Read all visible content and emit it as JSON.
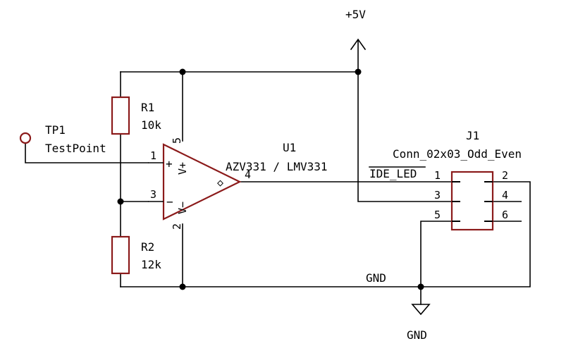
{
  "power": {
    "vcc_label": "+5V",
    "gnd_label": "GND",
    "gnd_net_label": "GND"
  },
  "tp1": {
    "ref": "TP1",
    "value": "TestPoint"
  },
  "r1": {
    "ref": "R1",
    "value": "10k"
  },
  "r2": {
    "ref": "R2",
    "value": "12k"
  },
  "u1": {
    "ref": "U1",
    "value": "AZV331 / LMV331",
    "pins": {
      "in_plus": "1",
      "in_minus": "3",
      "out": "4",
      "vplus": "5",
      "vminus": "2"
    },
    "symbols": {
      "plus": "+",
      "minus": "−",
      "vplus": "V+",
      "vminus": "V−",
      "oc": "◇"
    }
  },
  "j1": {
    "ref": "J1",
    "value": "Conn_02x03_Odd_Even",
    "pins": [
      "1",
      "2",
      "3",
      "4",
      "5",
      "6"
    ]
  },
  "net_labels": {
    "ide_led": "IDE_LED"
  },
  "colors": {
    "wire": "#000000",
    "part": "#8b1a1a"
  }
}
